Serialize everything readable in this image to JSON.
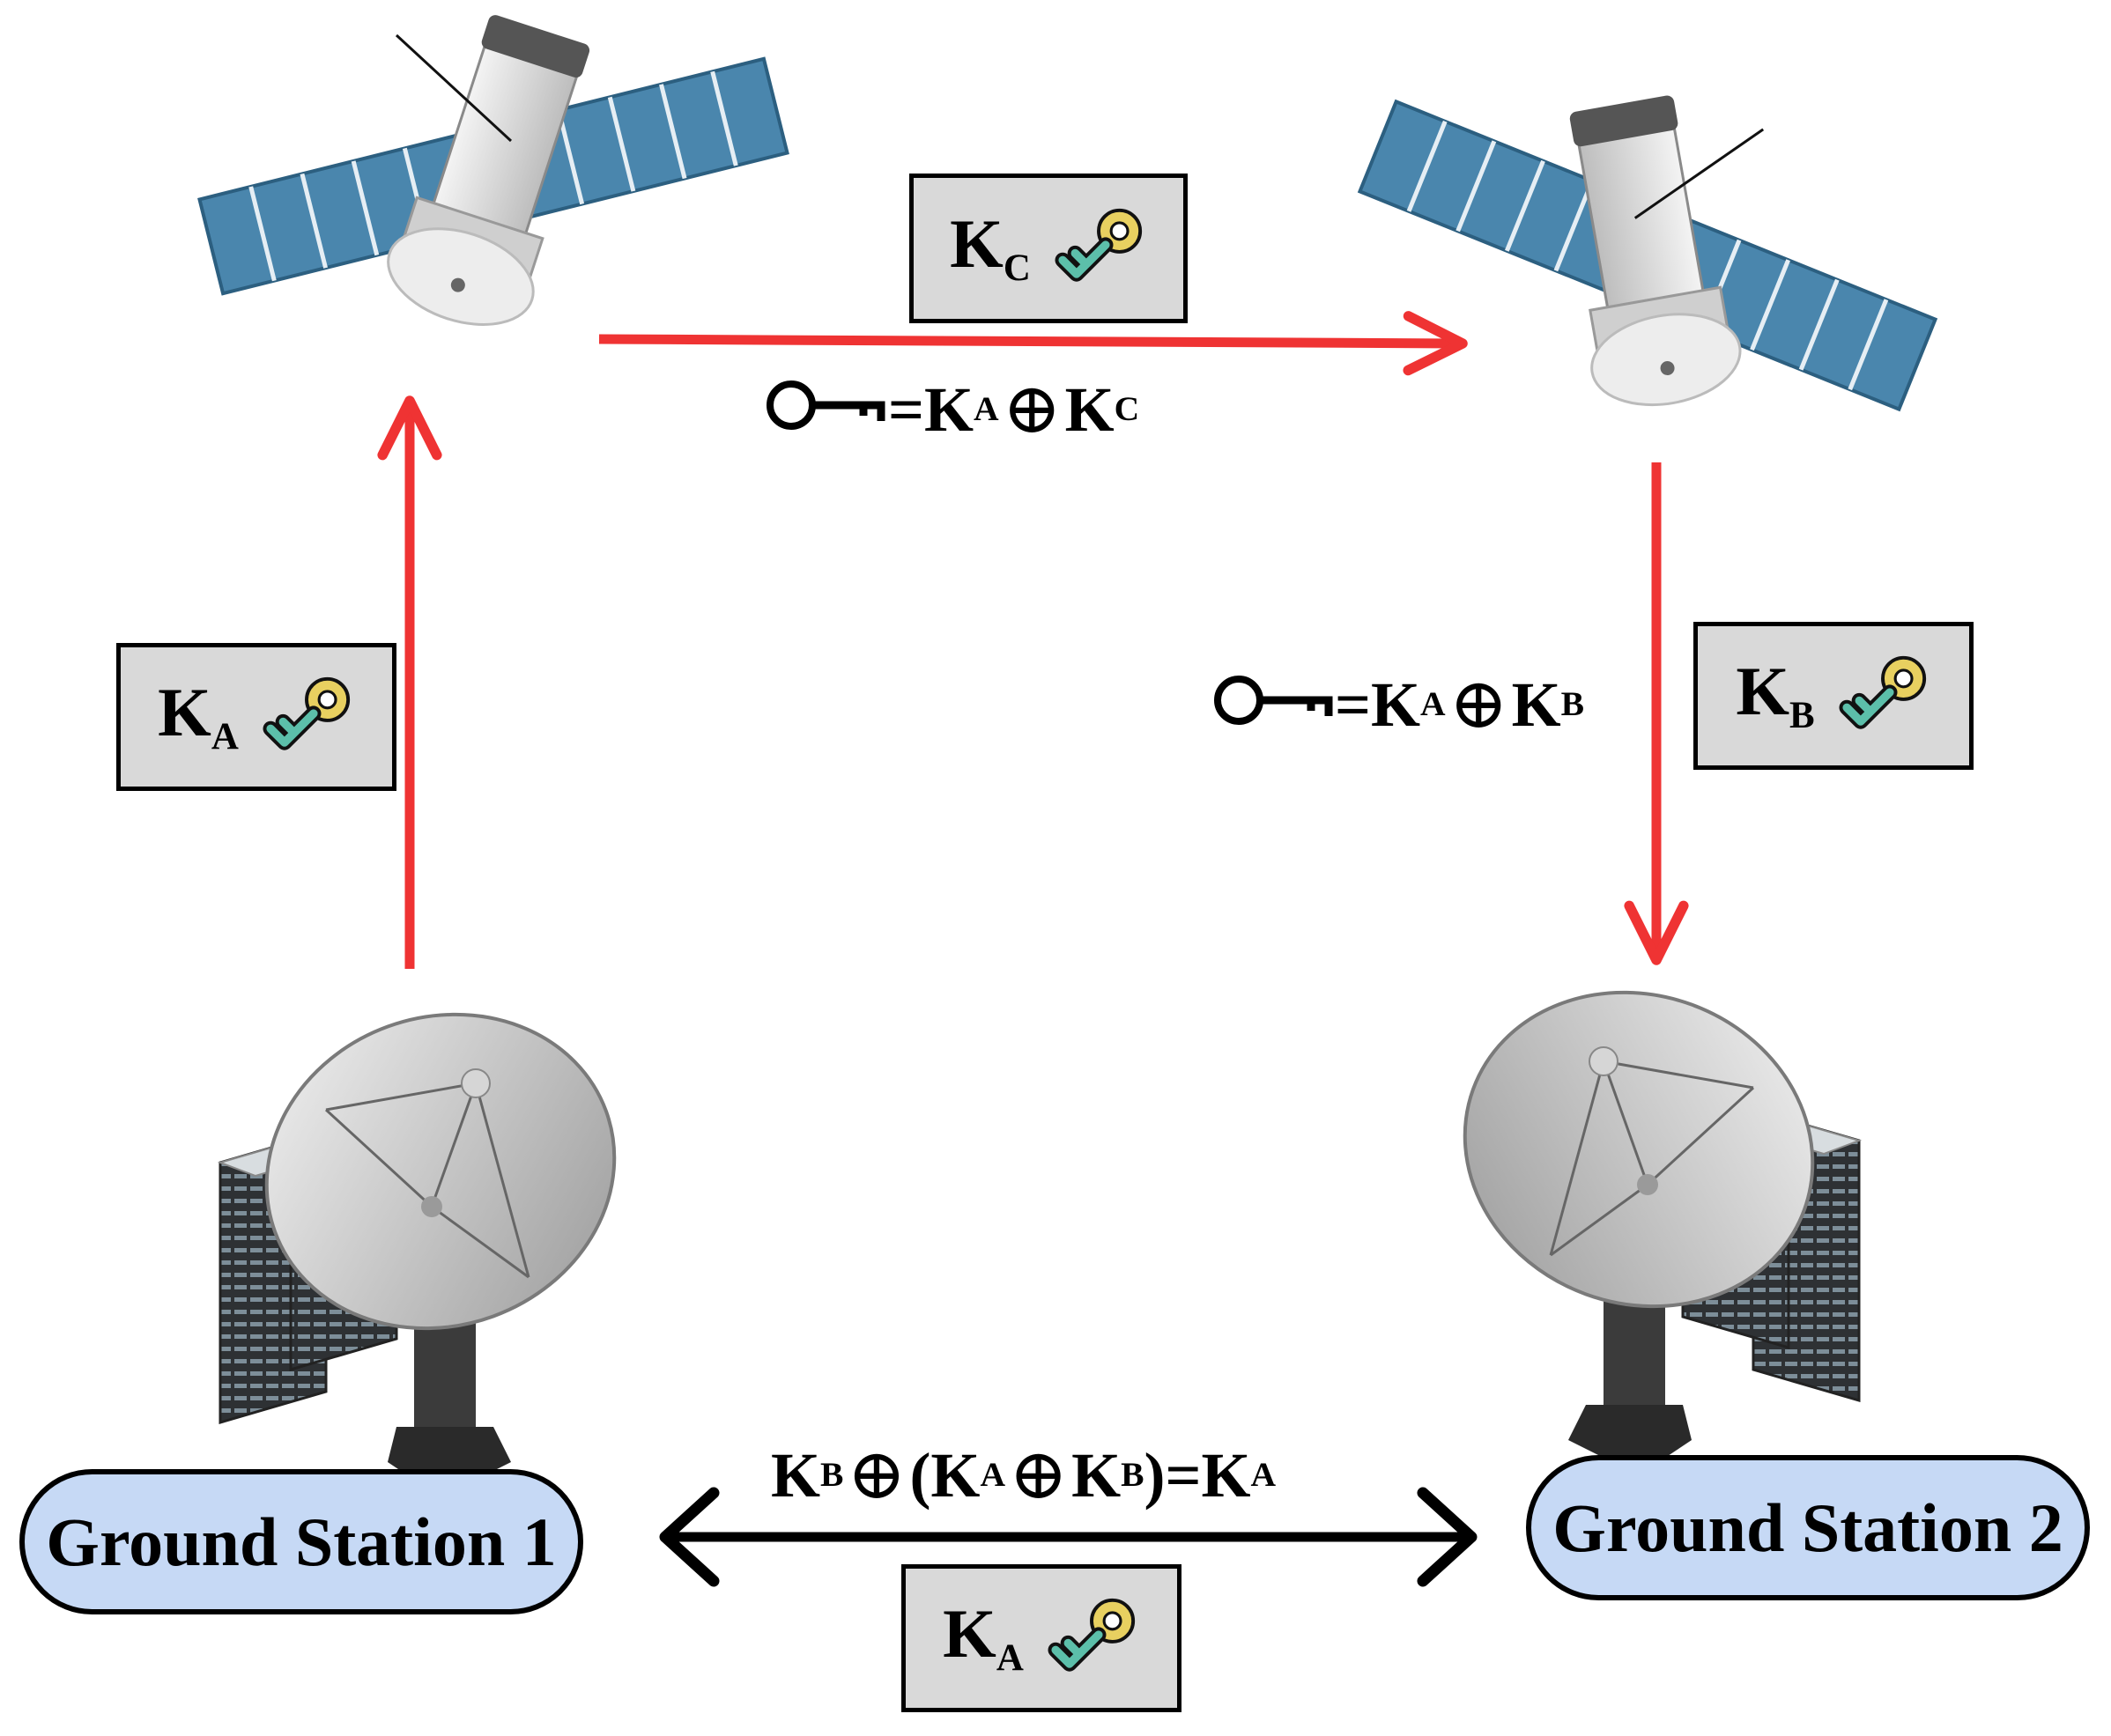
{
  "keys": {
    "kc": {
      "letter": "K",
      "sub": "C"
    },
    "ka_left": {
      "letter": "K",
      "sub": "A"
    },
    "kb": {
      "letter": "K",
      "sub": "B"
    },
    "ka_bottom": {
      "letter": "K",
      "sub": "A"
    }
  },
  "equations": {
    "top": {
      "eq": "=K",
      "s1": "A",
      "op": "⊕",
      "k2": " K",
      "s2": "C"
    },
    "right": {
      "eq": "=K",
      "s1": "A",
      "op": "⊕",
      "k2": " K",
      "s2": "B"
    },
    "bottom": {
      "k1": "K",
      "s1": "B",
      "op1": "⊕",
      "p1": "(K",
      "s2": "A",
      "op2": "⊕",
      "k3": "K",
      "s3": "B",
      "p2": ")=K",
      "s4": "A"
    }
  },
  "stations": {
    "gs1": "Ground Station 1",
    "gs2": "Ground Station 2"
  },
  "colors": {
    "link_red": "#ef3333",
    "panel_blue": "#4a86ad",
    "key_gold": "#e8d060",
    "key_teal": "#5cbfaa",
    "station_fill": "#c6d9f5",
    "box_fill": "#d9d9d9"
  }
}
